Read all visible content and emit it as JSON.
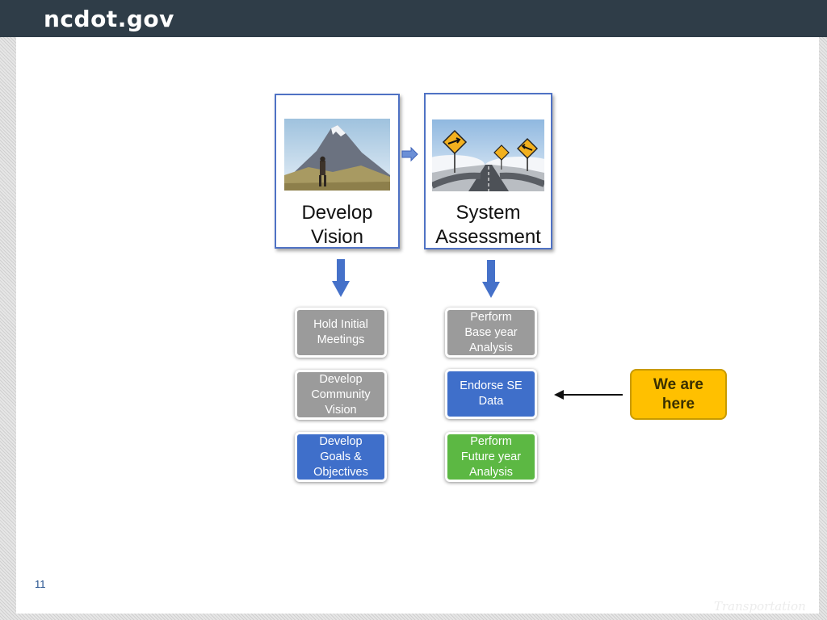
{
  "header": {
    "brand": "ncdot.gov"
  },
  "cards": [
    {
      "id": "develop-vision",
      "caption": "Develop\nVision",
      "image": "mountain-hiker-photo"
    },
    {
      "id": "system-assessment",
      "caption": "System\nAssessment",
      "image": "road-signs-photo"
    }
  ],
  "steps": {
    "left": [
      {
        "label": "Hold Initial\nMeetings",
        "status": "gray"
      },
      {
        "label": "Develop\nCommunity\nVision",
        "status": "gray"
      },
      {
        "label": "Develop\nGoals &\nObjectives",
        "status": "blue"
      }
    ],
    "right": [
      {
        "label": "Perform\nBase year\nAnalysis",
        "status": "gray"
      },
      {
        "label": "Endorse SE\nData",
        "status": "blue"
      },
      {
        "label": "Perform\nFuture year\nAnalysis",
        "status": "green"
      }
    ]
  },
  "callout": {
    "label": "We are\nhere"
  },
  "footer": {
    "page_number": "11",
    "mark": "Transportation"
  },
  "colors": {
    "header_bg": "#2f3d48",
    "card_border": "#4f72c4",
    "step_gray": "#9b9b9b",
    "step_blue": "#3f6fca",
    "step_green": "#5cb843",
    "callout_bg": "#ffc000"
  }
}
